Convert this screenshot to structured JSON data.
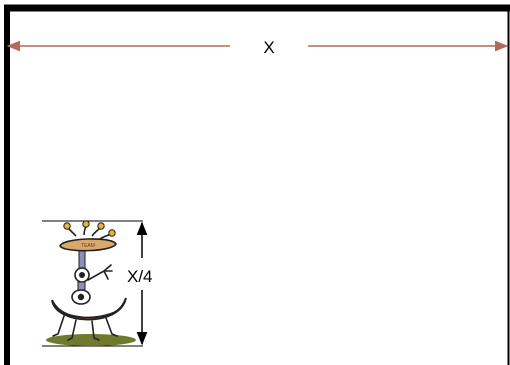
{
  "diagram": {
    "width_label": "X",
    "height_label": "X/4"
  },
  "figure": {
    "icon": "cartoon-creature-icon",
    "badge_text": "TEAM"
  },
  "colors": {
    "frame": "#000000",
    "width_arrow": "#b06a5a",
    "height_arrow": "#000000",
    "body_red": "#a8433a",
    "head_tan": "#d9a86a",
    "ground_olive": "#6f7a2c"
  }
}
